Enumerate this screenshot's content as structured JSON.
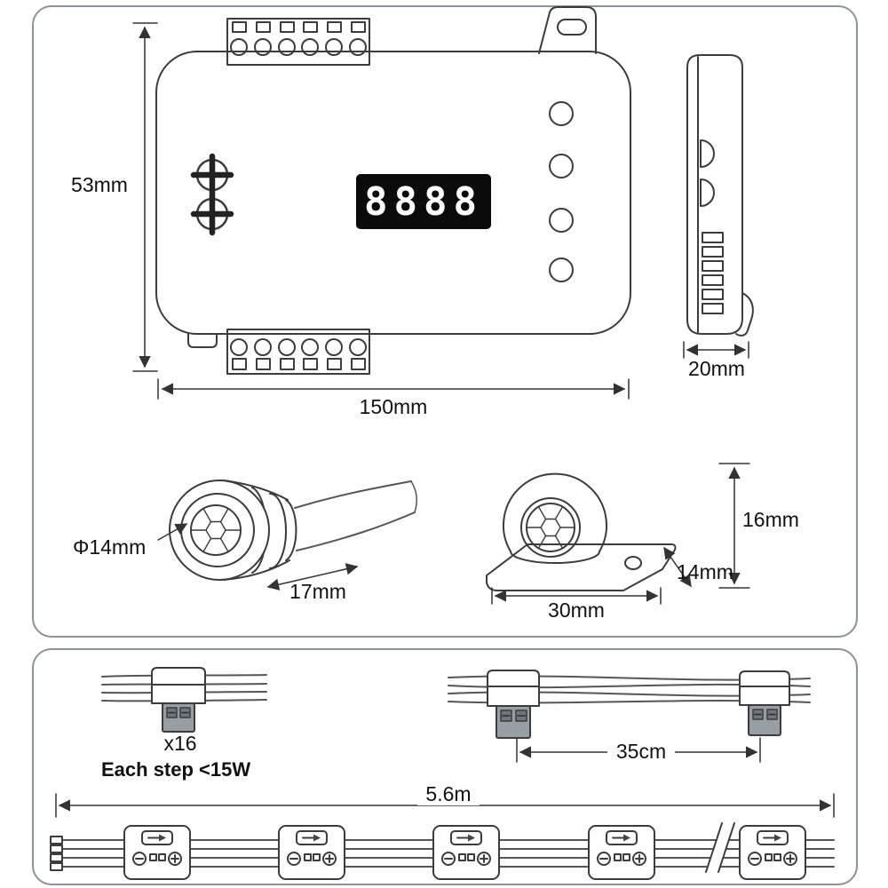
{
  "diagram": {
    "display_digits": "8888",
    "controller": {
      "height": "53mm",
      "width": "150mm",
      "depth": "20mm"
    },
    "round_sensor": {
      "diameter": "Φ14mm",
      "length": "17mm"
    },
    "mounted_sensor": {
      "width": "30mm",
      "depth": "14mm",
      "height": "16mm"
    },
    "wiring": {
      "connector_count": "x16",
      "step_power": "Each step <15W",
      "connector_spacing": "35cm",
      "strip_length": "5.6m"
    },
    "colors": {
      "line": "#3c3c3c",
      "panel_border": "#8d9298",
      "display_bg": "#0b0b0b",
      "display_digits": "#ffffff",
      "connector_gray": "#979ea4"
    }
  }
}
